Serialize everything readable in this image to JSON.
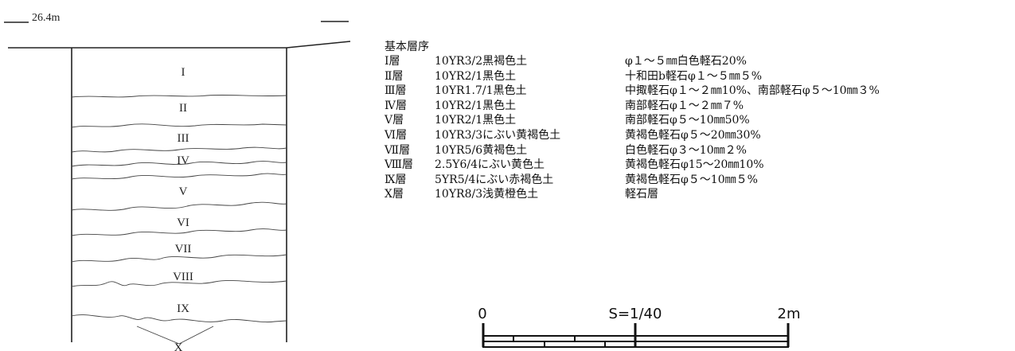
{
  "elevation_label": "26.4m",
  "profile_layers": [
    "I",
    "II",
    "III",
    "IV",
    "V",
    "VI",
    "VII",
    "VIII",
    "IX",
    "X"
  ],
  "legend": {
    "title": "基本層序",
    "rows": [
      {
        "layer": "Ⅰ層",
        "color": "10YR3/2黒褐色土",
        "desc": "φ１～５㎜白色軽石20%"
      },
      {
        "layer": "Ⅱ層",
        "color": "10YR2/1黒色土",
        "desc": "十和田b軽石φ１～５㎜５%"
      },
      {
        "layer": "Ⅲ層",
        "color": "10YR1.7/1黒色土",
        "desc": "中掫軽石φ１～２㎜10%、南部軽石φ５～10㎜３%"
      },
      {
        "layer": "Ⅳ層",
        "color": "10YR2/1黒色土",
        "desc": "南部軽石φ１～２㎜７%"
      },
      {
        "layer": "Ⅴ層",
        "color": "10YR2/1黒色土",
        "desc": "南部軽石φ５～10㎜50%"
      },
      {
        "layer": "Ⅵ層",
        "color": "10YR3/3にぶい黄褐色土",
        "desc": "黄褐色軽石φ５～20㎜30%"
      },
      {
        "layer": "Ⅶ層",
        "color": "10YR5/6黄褐色土",
        "desc": "白色軽石φ３～10㎜２%"
      },
      {
        "layer": "Ⅷ層",
        "color": "2.5Y6/4にぶい黄色土",
        "desc": "黄褐色軽石φ15～20㎜10%"
      },
      {
        "layer": "Ⅸ層",
        "color": "5YR5/4にぶい赤褐色土",
        "desc": "黄褐色軽石φ５～10㎜５%"
      },
      {
        "layer": "Ⅹ層",
        "color": "10YR8/3浅黄橙色土",
        "desc": "軽石層"
      }
    ]
  },
  "scale": {
    "start": "0",
    "ratio": "S=1/40",
    "end": "2m"
  }
}
